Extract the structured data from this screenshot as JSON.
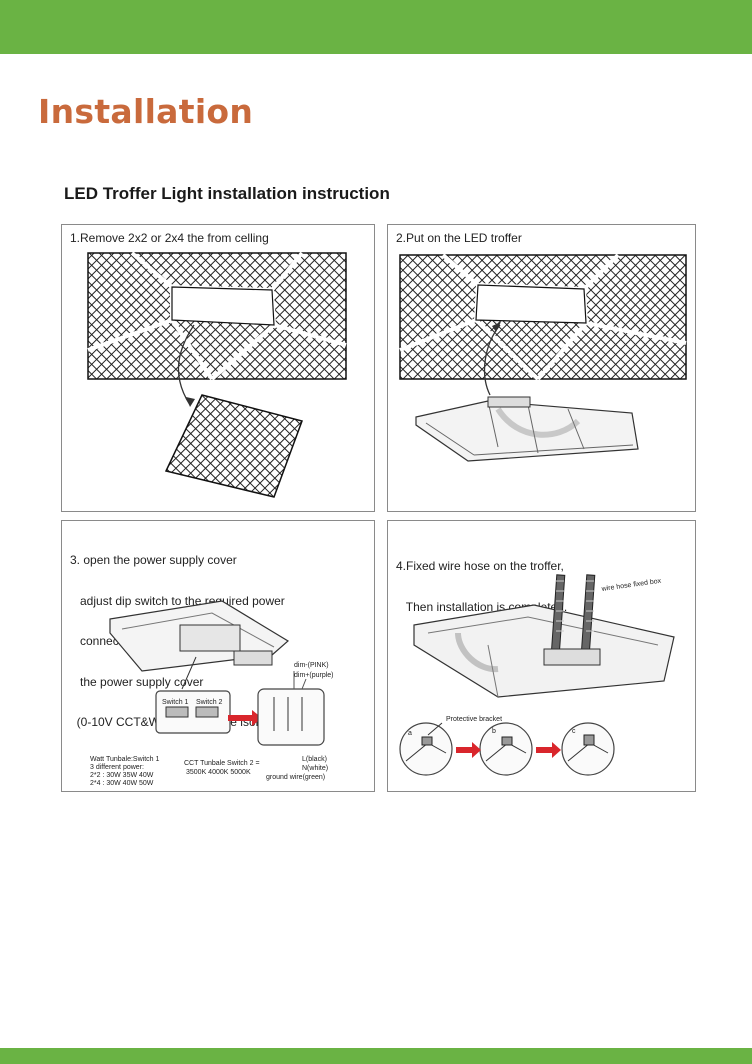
{
  "page": {
    "title": "Installation",
    "heading": "LED Troffer Light installation instruction"
  },
  "steps": [
    {
      "text": "1.Remove 2x2 or 2x4 the from celling"
    },
    {
      "text": "2.Put on the LED troffer"
    },
    {
      "lines": [
        "3. open the power supply cover",
        "   adjust dip switch to the required power",
        "   connect the wires and lock",
        "   the power supply cover",
        "  (0-10V CCT&Watts adjustable isolated-driver)"
      ],
      "labels": {
        "switch1": "Switch 1",
        "switch2": "Switch 2",
        "dim_minus": "dim-(PINK)",
        "dim_plus": "dim+(purple)",
        "watt_title": "Watt Tunbale:Switch 1",
        "watt_power": "3 different power:",
        "watt_2x2": "2*2 : 30W 35W 40W",
        "watt_2x4": "2*4 : 30W 40W 50W",
        "cct_title": "CCT Tunbale Switch 2 =",
        "cct_values": "3500K  4000K  5000K",
        "l_black": "L(black)",
        "n_white": "N(white)",
        "ground": "ground wire(green)"
      }
    },
    {
      "lines": [
        "4.Fixed wire hose on the troffer,",
        "   Then installation is completed."
      ],
      "labels": {
        "wire_box": "wire hose fixed box",
        "bracket": "Protective bracket",
        "a": "a",
        "b": "b",
        "c": "c"
      }
    }
  ],
  "colors": {
    "brand_green": "#6ab344",
    "title_orange": "#c96a3c",
    "arrow_red": "#d9262c"
  }
}
